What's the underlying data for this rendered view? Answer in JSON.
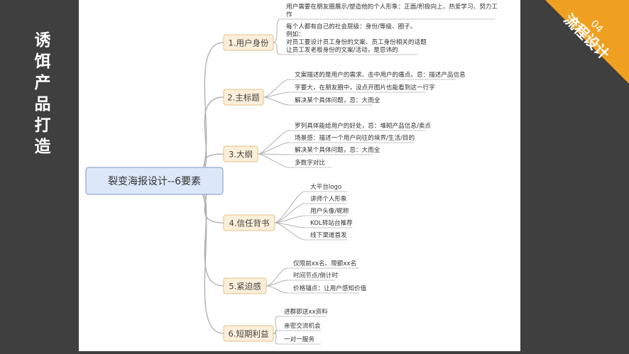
{
  "side_title": [
    "诱",
    "饵",
    "产",
    "品",
    "打",
    "造"
  ],
  "corner": {
    "number": "04",
    "label": "流程设计"
  },
  "root": "裂变海报设计--6要素",
  "branches": [
    {
      "label": "1.用户身份",
      "leaves": [
        [
          "用户需要在朋友圈展示/塑造他的个人形象：正面/积极向上、热爱学习、努力工",
          "作"
        ],
        [
          "每个人都有自己的社会层级：身份/等级、圈子。",
          "例如：",
          "对员工要设计员工身份的文案、员工身份相关的话题",
          "让员工发老板身份的文案/活动，是忌讳的"
        ]
      ]
    },
    {
      "label": "2.主标题",
      "leaves": [
        [
          "文案描述的是用户的需求、击中用户的痛点。忌：描述产品信息"
        ],
        [
          "字要大，在朋友圈中，没点开图片也能看到这一行字"
        ],
        [
          "解决某个具体问题，忌：大而全"
        ]
      ]
    },
    {
      "label": "3.大纲",
      "leaves": [
        [
          "罗列具体能给用户的好处，忌：堆砌产品信息/卖点"
        ],
        [
          "场景感：描述一个用户向往的境界/生活/目的"
        ],
        [
          "解决某个具体问题，忌：大而全"
        ],
        [
          "多数字对比"
        ]
      ]
    },
    {
      "label": "4.信任背书",
      "leaves": [
        [
          "大平台logo"
        ],
        [
          "讲师个人形象"
        ],
        [
          "用户头像/昵称"
        ],
        [
          "KOL转站台推荐"
        ],
        [
          "线下渠道首发"
        ]
      ]
    },
    {
      "label": "5.紧迫感",
      "leaves": [
        [
          "仅限前xx名、限额xx名"
        ],
        [
          "时间节点/倒计时"
        ],
        [
          "价格锚点：让用户感知价值"
        ]
      ]
    },
    {
      "label": "6.短期利益",
      "leaves": [
        [
          "进群即送xx资料"
        ],
        [
          "亲密交流机会"
        ],
        [
          "一对一服务"
        ]
      ]
    }
  ],
  "colors": {
    "root_fill": "#dce8f8",
    "root_stroke": "#8fa9cf",
    "branch_fill": "#fcefd9",
    "branch_stroke": "#e3c08a",
    "line": "#b0b0b0",
    "background": "#3f3f3f",
    "corner": "#f0a020"
  }
}
